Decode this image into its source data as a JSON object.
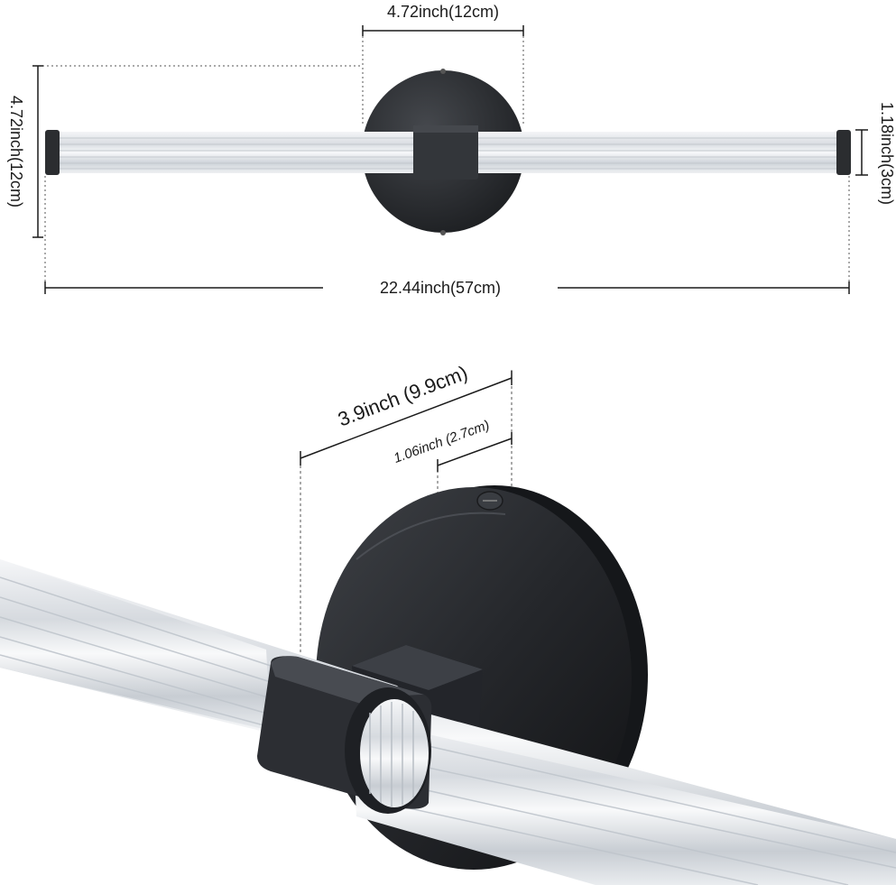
{
  "dimensions": {
    "backplate_width": "4.72inch(12cm)",
    "backplate_height": "4.72inch(12cm)",
    "tube_diameter": "1.18inch(3cm)",
    "total_length": "22.44inch(57cm)",
    "depth": "3.9inch (9.9cm)",
    "base_depth": "1.06inch (2.7cm)"
  },
  "colors": {
    "fixture": "#2b2d30",
    "glass": "#e9ecef",
    "line": "#1a1a1a"
  }
}
